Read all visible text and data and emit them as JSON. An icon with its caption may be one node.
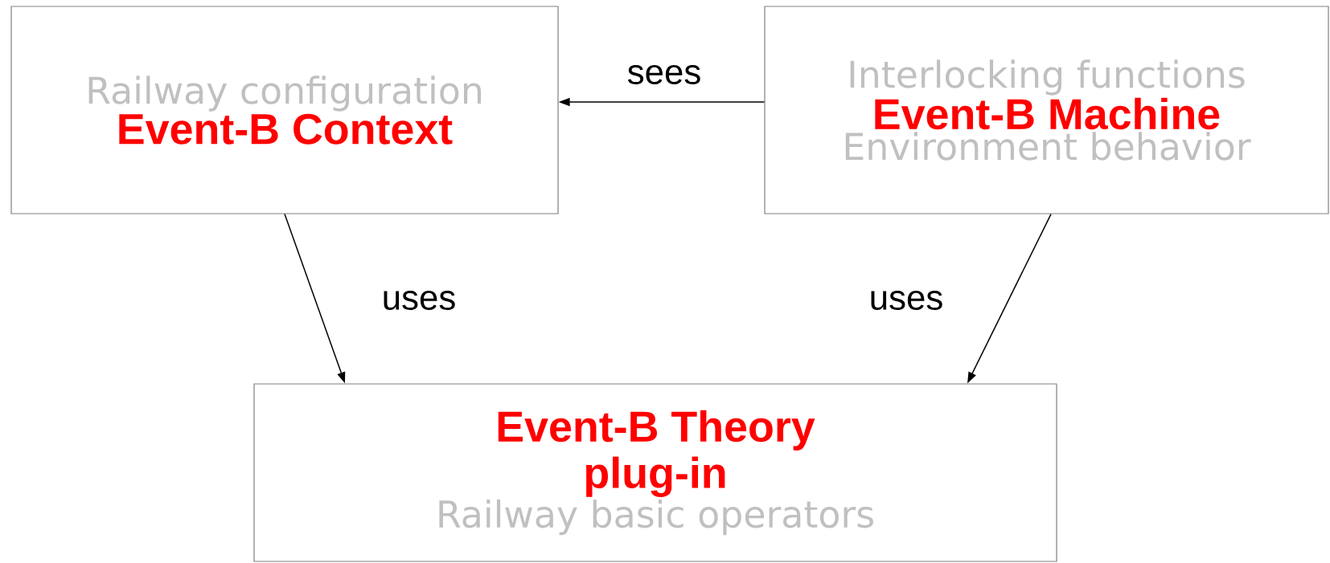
{
  "diagram": {
    "nodes": [
      {
        "text": [
          "Railway configuration",
          "Event-B Context"
        ]
      },
      {
        "text": [
          "Interlocking functions",
          "Event-B Machine",
          "Environment behavior"
        ]
      },
      {
        "text": [
          "Event-B Theory plug-in",
          "Railway basic operators"
        ]
      }
    ],
    "edges": [
      {
        "from": 1,
        "to": 0,
        "arrow": "to",
        "label": "sees"
      },
      {
        "from": 0,
        "to": 2,
        "arrow": "to",
        "label": "uses"
      },
      {
        "from": 1,
        "to": 2,
        "arrow": "to",
        "label": "uses"
      }
    ]
  }
}
